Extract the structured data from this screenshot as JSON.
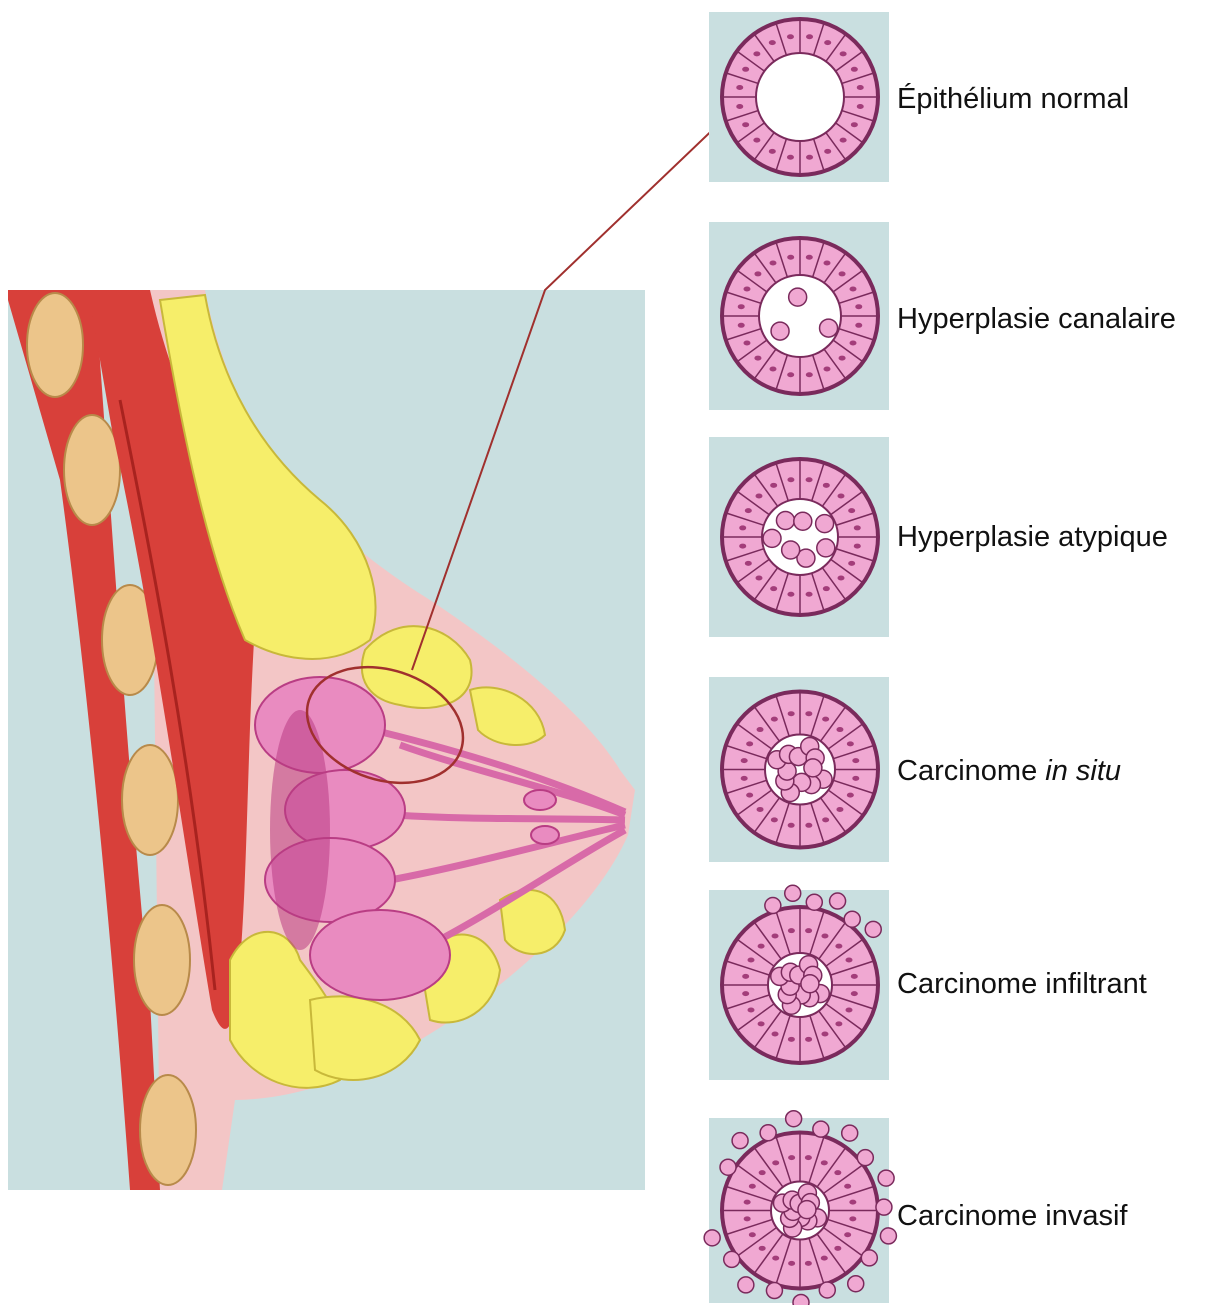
{
  "colors": {
    "panel_bg": "#c9dfe0",
    "tissue": "#f3c6c6",
    "muscle": "#d8403a",
    "muscle_dark": "#a8231f",
    "rib": "#ecc58a",
    "fat": "#f6ee6a",
    "fat_edge": "#c8b83a",
    "lobule": "#e98bc0",
    "lobule_dark": "#b93d84",
    "duct": "#d86aa8",
    "cell_fill": "#f0a8d2",
    "cell_edge": "#7a2a5c",
    "nucleus": "#a33d7a",
    "pointer": "#a0302e"
  },
  "stages": [
    {
      "key": "normal",
      "label_parts": [
        {
          "text": "Épithélium normal",
          "italic": false
        }
      ]
    },
    {
      "key": "hyperplasie-canalaire",
      "label_parts": [
        {
          "text": "Hyperplasie canalaire",
          "italic": false
        }
      ]
    },
    {
      "key": "hyperplasie-atypique",
      "label_parts": [
        {
          "text": "Hyperplasie atypique",
          "italic": false
        }
      ]
    },
    {
      "key": "carcinome-in-situ",
      "label_parts": [
        {
          "text": "Carcinome ",
          "italic": false
        },
        {
          "text": "in situ",
          "italic": true
        }
      ]
    },
    {
      "key": "carcinome-infiltrant",
      "label_parts": [
        {
          "text": "Carcinome infiltrant",
          "italic": false
        }
      ]
    },
    {
      "key": "carcinome-invasif",
      "label_parts": [
        {
          "text": "Carcinome invasif",
          "italic": false
        }
      ]
    }
  ]
}
